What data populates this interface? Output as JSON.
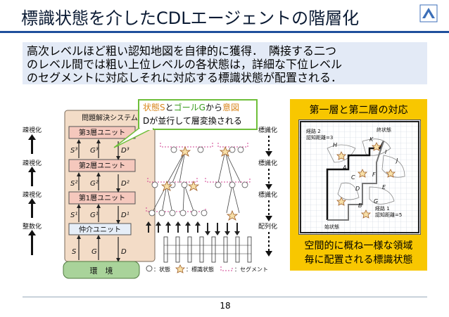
{
  "slide": {
    "title": "標識状態を介したCDLエージェントの階層化",
    "intro_lines": [
      "高次レベルほど粗い認知地図を自律的に獲得．　隣接する二つ",
      "のレベル間では粗い上位レベルの各状態は，詳細な下位レベル",
      "のセグメントに対応しそれに対応する標識状態が配置される．"
    ],
    "callout": {
      "part1": "状態S",
      "part2": "と",
      "part3": "ゴールG",
      "part4": "から",
      "part5": "意図",
      "line2": "Dが並行して層変換される"
    },
    "right_box": {
      "title": "第一層と第二層の対応",
      "caption_line1": "空間的に概ね一様な領域",
      "caption_line2": "毎に配置される標識状態"
    },
    "page_number": "18"
  },
  "diagram": {
    "system_title": "問題解決システム",
    "units": [
      "第3層ユニット",
      "第2層ユニット",
      "第1層ユニット",
      "仲介ユニット"
    ],
    "environment": "環　境",
    "left_labels": [
      "疎視化",
      "疎視化",
      "疎視化",
      "整数化"
    ],
    "right_labels": [
      "標識化",
      "標識化",
      "標識化",
      "配列化"
    ],
    "signals": {
      "s3": "S³",
      "g3": "G³",
      "d3": "D³",
      "s2": "S²",
      "g2": "G²",
      "d2": "D²",
      "s1": "S¹",
      "g1": "G¹",
      "d1": "D¹",
      "s": "S",
      "g": "G",
      "d": "D"
    },
    "legend": {
      "state": "：状態",
      "marker": "：標識状態",
      "segment": "：セグメント"
    }
  },
  "map": {
    "route2": "経路 2",
    "route2_dist": "認知距離=3",
    "route1": "経路 1",
    "route1_dist": "認知距離=5",
    "goal_label": "終状態",
    "start_label": "始状態",
    "letters": [
      "H",
      "K",
      "I",
      "J",
      "A",
      "C",
      "D",
      "F",
      "E",
      "B",
      "G"
    ]
  },
  "colors": {
    "title_rule": "#1f4f9c",
    "intro_bg": "#e3eaf6",
    "callout_border": "#6fbf3a",
    "right_box_bg": "#f8c700",
    "system_bg": "#f3dcc7",
    "unit_bg": "#f5c8bd",
    "environment_bg": "#a9d39a"
  }
}
